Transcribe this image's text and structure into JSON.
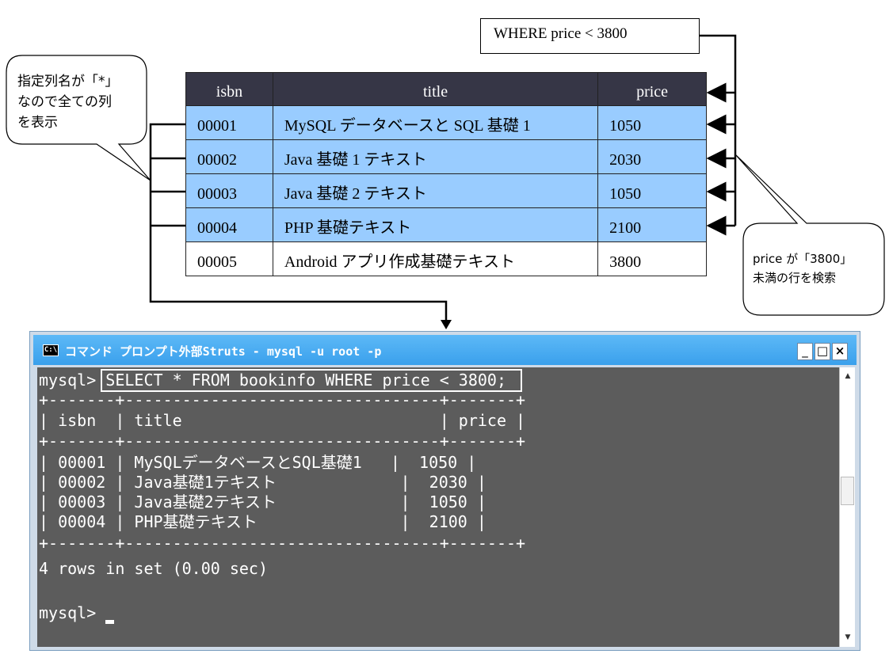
{
  "where_box": {
    "text": "WHERE price < 3800"
  },
  "callout_left": {
    "lines": [
      "指定列名が「*」",
      "なので全ての列",
      "を表示"
    ]
  },
  "callout_right": {
    "lines": [
      "price が「3800」",
      "未満の行を検索"
    ]
  },
  "table": {
    "headers": [
      "isbn",
      "title",
      "price"
    ],
    "rows": [
      [
        "00001",
        "MySQL データベースと SQL 基礎 1",
        "1050"
      ],
      [
        "00002",
        "Java 基礎 1 テキスト",
        "2030"
      ],
      [
        "00003",
        "Java 基礎 2 テキスト",
        "1050"
      ],
      [
        "00004",
        "PHP 基礎テキスト",
        "2100"
      ],
      [
        "00005",
        "Android アプリ作成基礎テキスト",
        "3800"
      ]
    ],
    "highlight_color": "#99ccff",
    "header_color": "#363646"
  },
  "cmd": {
    "icon_label": "C:\\",
    "title": "コマンド プロンプト外部Struts - mysql -u root -p",
    "min_label": "_",
    "max_label": "□",
    "close_label": "×",
    "lines": [
      "mysql> SELECT * FROM bookinfo WHERE price < 3800;",
      "+-------+---------------------------------+-------+",
      "| isbn  | title                           | price |",
      "+-------+---------------------------------+-------+",
      "| 00001 | MySQLデータベースとSQL基礎1   |  1050 |",
      "| 00002 | Java基礎1テキスト             |  2030 |",
      "| 00003 | Java基礎2テキスト             |  1050 |",
      "| 00004 | PHP基礎テキスト               |  2100 |",
      "+-------+---------------------------------+-------+",
      "4 rows in set (0.00 sec)",
      "",
      "mysql> "
    ],
    "titlebar_color": "#3aa0ec",
    "console_bg": "#5c5c5c"
  }
}
